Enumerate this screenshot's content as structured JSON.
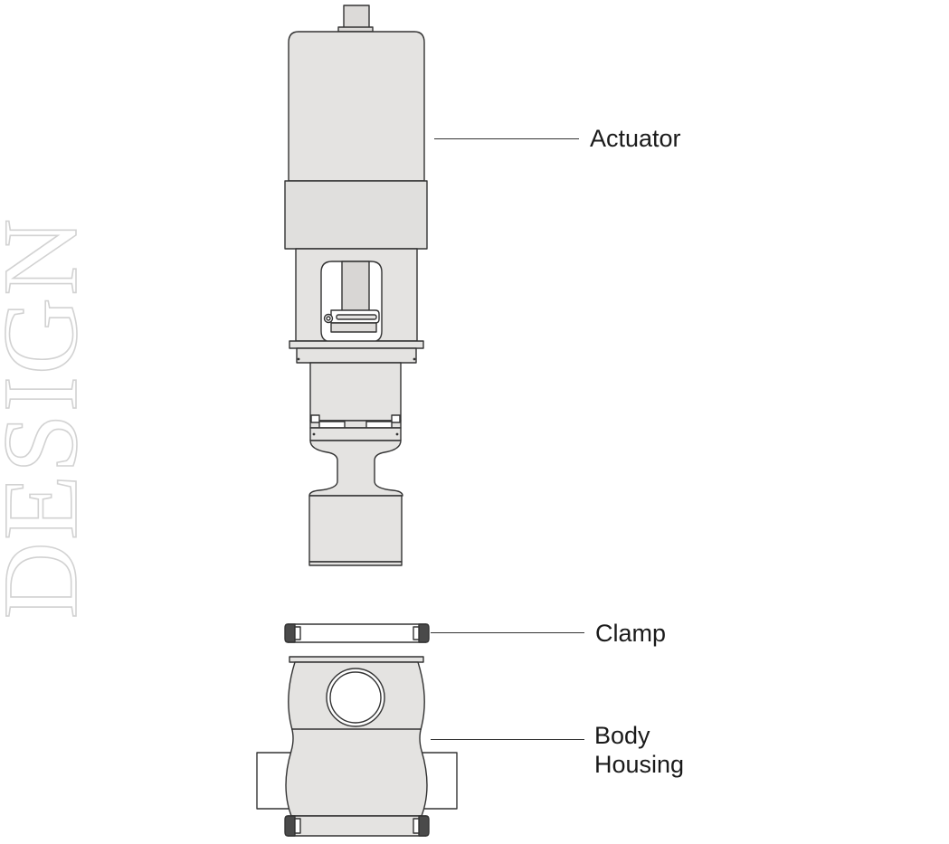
{
  "watermark": {
    "text": "DESIGN"
  },
  "labels": {
    "actuator": "Actuator",
    "clamp": "Clamp",
    "body_housing_line1": "Body",
    "body_housing_line2": "Housing"
  },
  "colors": {
    "fill_light": "#e4e3e1",
    "fill_mid": "#dedcda",
    "stroke": "#333333",
    "watermark_outline": "#d2d2d2",
    "clamp_gasket": "#4a4a4a"
  }
}
